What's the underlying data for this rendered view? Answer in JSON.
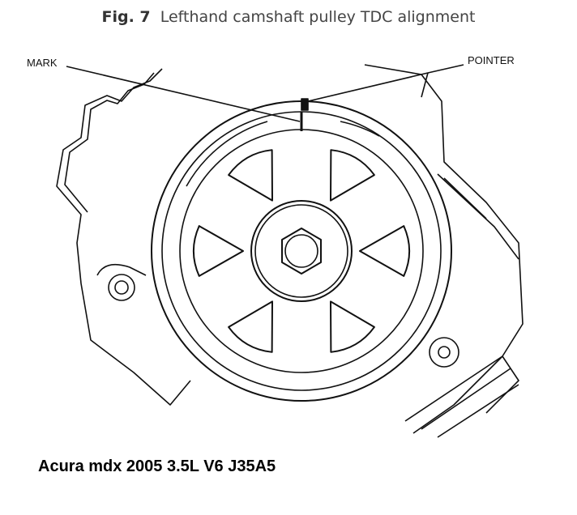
{
  "figure": {
    "number_label": "Fig. 7",
    "title": "Lefthand camshaft pulley TDC alignment"
  },
  "labels": {
    "mark": "MARK",
    "pointer": "POINTER"
  },
  "caption": "Acura mdx 2005 3.5L V6 J35A5"
}
